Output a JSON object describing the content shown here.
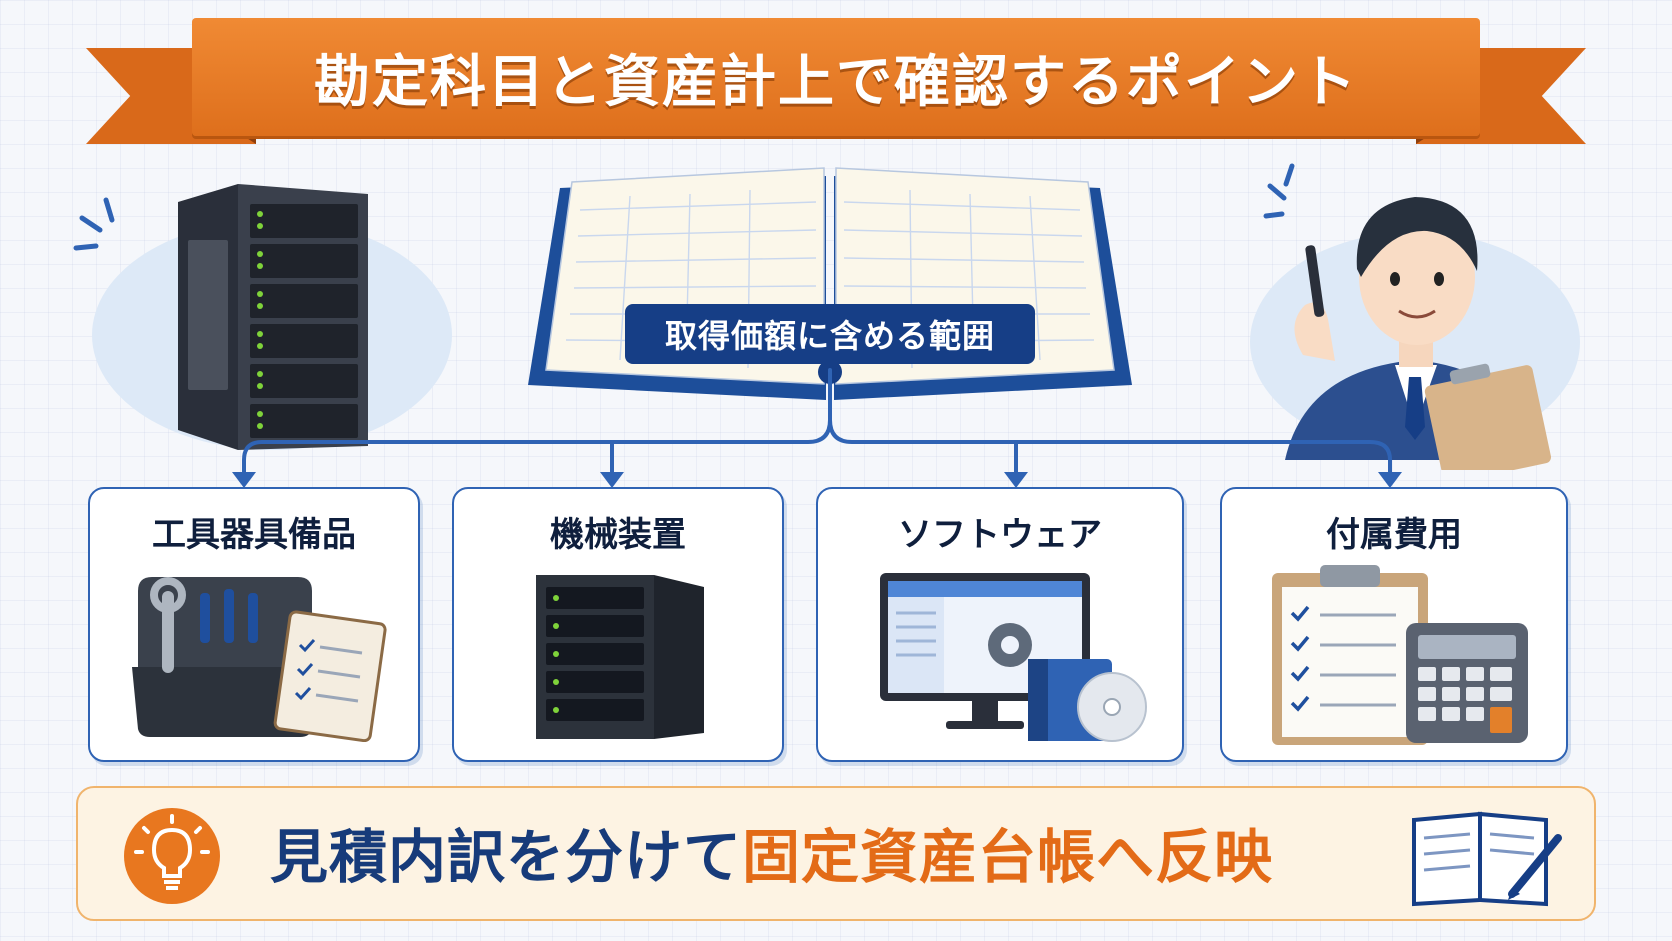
{
  "title": "勘定科目と資産計上で確認するポイント",
  "center": {
    "label": "取得価額に含める範囲",
    "icon": "ledger-book-icon"
  },
  "categories": [
    {
      "label": "工具器具備品",
      "icon": "toolbox-icon"
    },
    {
      "label": "機械装置",
      "icon": "server-rack-icon"
    },
    {
      "label": "ソフトウェア",
      "icon": "software-monitor-icon"
    },
    {
      "label": "付属費用",
      "icon": "clipboard-calculator-icon"
    }
  ],
  "callout": {
    "text_main": "見積内訳を分けて",
    "text_highlight": "固定資産台帳へ反映",
    "icon": "lightbulb-icon",
    "side_icon": "notebook-pen-icon"
  },
  "colors": {
    "banner": "#e0741f",
    "primary_blue": "#2f63b4",
    "label_navy": "#163e86",
    "highlight_orange": "#e36b17",
    "callout_bg": "#fdf3e3"
  }
}
